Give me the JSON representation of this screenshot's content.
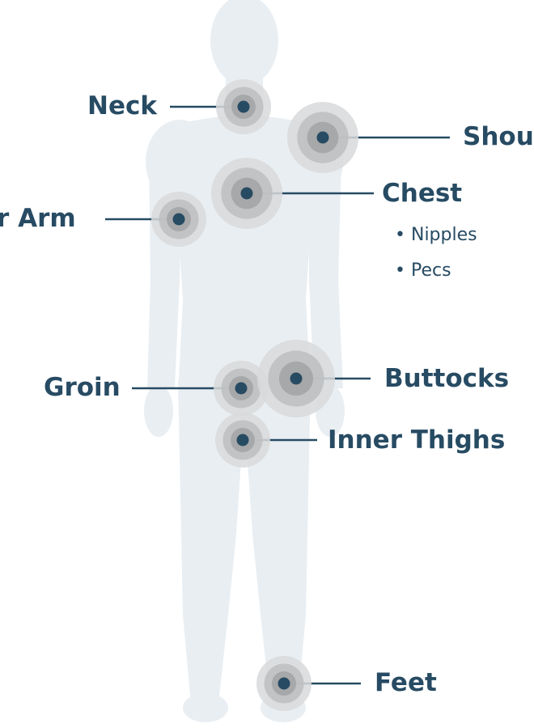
{
  "colors": {
    "background": "#ffffff",
    "silhouette": "#e9eef2",
    "halo_outer": "#d8d9da",
    "halo_mid": "#bdbec0",
    "halo_inner": "#a2a3a5",
    "dot": "#274b63",
    "text": "#274b63"
  },
  "labels": {
    "neck": "Neck",
    "shoulder": "Shou",
    "chest": "Chest",
    "chest_nipples": "Nipples",
    "chest_pecs": "Pecs",
    "upper_arm": "r Arm",
    "groin": "Groin",
    "buttocks": "Buttocks",
    "inner_thighs": "Inner Thighs",
    "feet": "Feet"
  }
}
